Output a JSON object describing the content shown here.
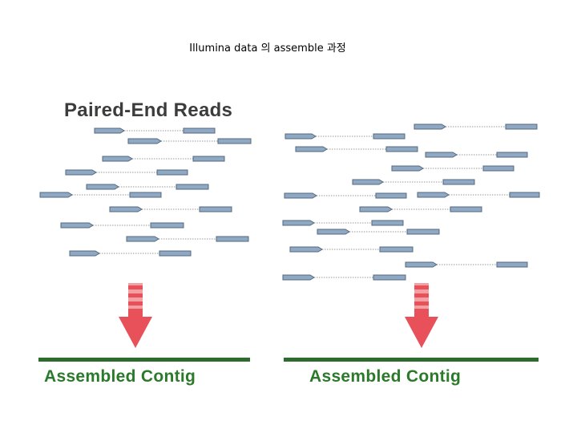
{
  "title": "Illumina data 의 assemble 과정",
  "heading": "Paired-End Reads",
  "contig_label": "Assembled Contig",
  "colors": {
    "read_fill": "#8fa9c4",
    "read_stroke": "#55687c",
    "link": "#9a9a9a",
    "arrow": "#e8505a",
    "arrow_stripe": "#f2a0a4",
    "contig_line": "#2e6b2e",
    "contig_text": "#2a7a2a"
  }
}
